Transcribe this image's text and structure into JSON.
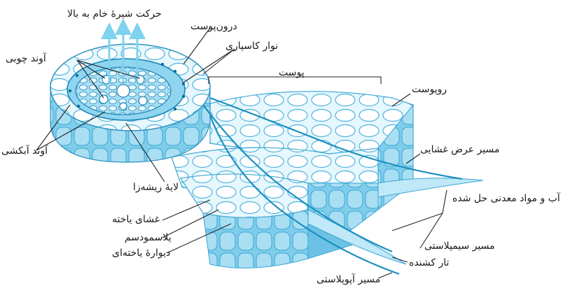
{
  "labels": {
    "xylem_sap_movement": "حرکت شیرهٔ خام به بالا",
    "endodermis": "درون‌پوست",
    "casparian_strip": "نوار کاسپاری",
    "xylem": "آوند چوبی",
    "cortex": "پوست",
    "epidermis": "روپوست",
    "transmembrane_path": "مسیر عرض غشایی",
    "phloem": "آوند آبکشی",
    "pericycle": "لایهٔ ریشه‌زا",
    "water_minerals": "آب و مواد معدنی حل شده",
    "cell_membrane": "غشای یاخته",
    "plasmodesma": "پلاسمودسم",
    "cell_wall": "دیوارهٔ یاخته‌ای",
    "symplast_path": "مسیر سیمپلاستی",
    "root_hair": "تار کشنده",
    "apoplast_path": "مسیر آپوپلاستی"
  },
  "colors": {
    "cell_fill": "#cfeefa",
    "cell_stroke": "#3aa6d4",
    "path_line": "#1b8fbe",
    "arrow": "#7fd3ee",
    "leader": "#222222"
  }
}
